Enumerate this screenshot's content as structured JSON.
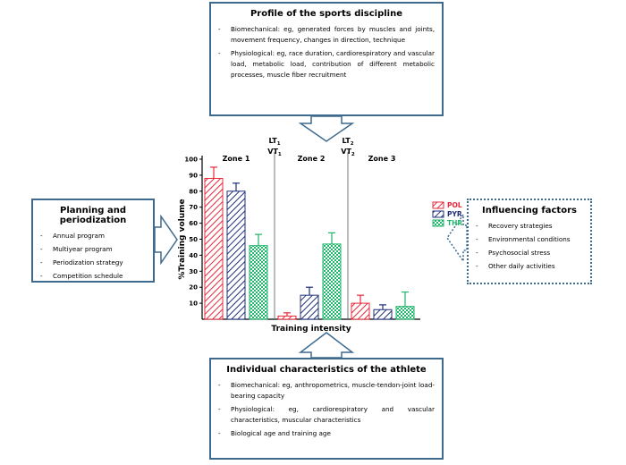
{
  "top_box": {
    "title": "Profile of the sports discipline",
    "items": [
      "Biomechanical: eg, generated forces by muscles and joints, movement frequency, changes in direction, technique",
      "Physiological: eg, race duration, cardiorespiratory and vascular load, metabolic load, contribution of different metabolic processes, muscle fiber recruitment"
    ]
  },
  "left_box": {
    "title": "Planning and periodization",
    "items": [
      "Annual program",
      "Multiyear program",
      "Periodization strategy",
      "Competition schedule"
    ]
  },
  "right_box": {
    "title": "Influencing factors",
    "items": [
      "Recovery strategies",
      "Environmental conditions",
      "Psychosocial stress",
      "Other daily activities"
    ]
  },
  "bottom_box": {
    "title": "Individual characteristics of the athlete",
    "items": [
      "Biomechanical: eg, anthropometrics, muscle-tendon-joint load-bearing capacity",
      "Physiological: eg, cardiorespiratory and  vascular characteristics, muscular characteristics",
      "Biological age and training age"
    ]
  },
  "colors": {
    "POL": "#e8283a",
    "PYR": "#1f2f7a",
    "THR": "#1fb56a",
    "box_border": "#3e6a8f"
  },
  "chart_data": {
    "type": "bar",
    "ylabel": "%Training volume",
    "xlabel": "Training intensity",
    "ylim": [
      0,
      100
    ],
    "yticks": [
      10,
      20,
      30,
      40,
      50,
      60,
      70,
      80,
      90,
      100
    ],
    "categories": [
      "Zone 1",
      "Zone 2",
      "Zone 3"
    ],
    "thresholds": [
      {
        "lt": "LT",
        "lt_sub": "1",
        "vt": "VT",
        "vt_sub": "1"
      },
      {
        "lt": "LT",
        "lt_sub": "2",
        "vt": "VT",
        "vt_sub": "2"
      }
    ],
    "series": [
      {
        "name": "POL",
        "values": [
          88,
          2,
          10
        ],
        "errors": [
          7,
          2,
          5
        ]
      },
      {
        "name": "PYR",
        "values": [
          80,
          15,
          6
        ],
        "errors": [
          5,
          5,
          3
        ]
      },
      {
        "name": "THR",
        "values": [
          46,
          47,
          8
        ],
        "errors": [
          7,
          7,
          9
        ]
      }
    ]
  }
}
